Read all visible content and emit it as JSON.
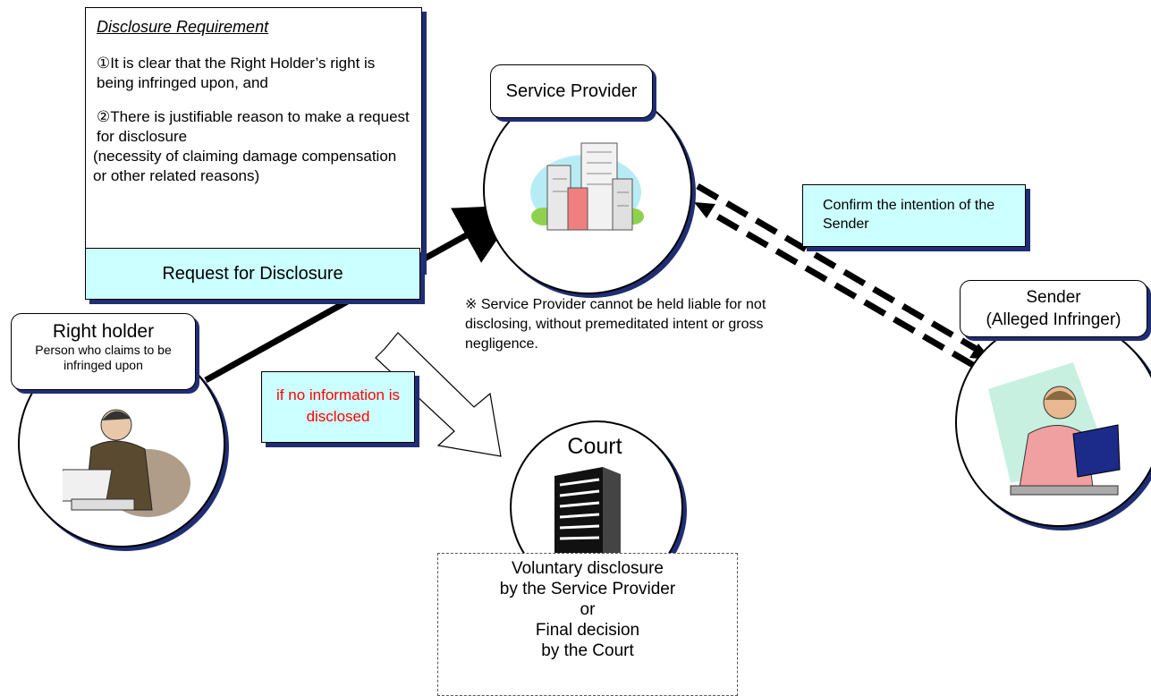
{
  "requirement": {
    "title": "Disclosure Requirement",
    "item1": "①It is clear that the Right Holder’s right is being infringed upon, and",
    "item2": "②There is justifiable reason to make a request for disclosure",
    "note": "(necessity of claiming damage compensation or other related reasons)"
  },
  "request_label": "Request for Disclosure",
  "service_provider": {
    "label": "Service Provider",
    "icon": "office-building-icon"
  },
  "confirm_label": "Confirm the intention of the Sender",
  "liability_note": "※  Service Provider cannot be held liable for not disclosing, without premeditated intent or gross negligence.",
  "right_holder": {
    "title": "Right holder",
    "subtitle": "Person who claims to be infringed upon",
    "icon": "businessman-at-computer-icon"
  },
  "no_info_label": "if no information is disclosed",
  "court": {
    "label": "Court",
    "icon": "court-building-icon"
  },
  "sender": {
    "line1": "Sender",
    "line2": "(Alleged Infringer)",
    "icon": "person-at-laptop-icon"
  },
  "outcome": {
    "line1": "Voluntary disclosure",
    "line2": "by the Service Provider",
    "line3": "or",
    "line4": "Final decision",
    "line5": "by the Court"
  },
  "colors": {
    "cyan_fill": "#ccffff",
    "shadow": "#1f2e74",
    "alert_text": "#ff0000"
  }
}
